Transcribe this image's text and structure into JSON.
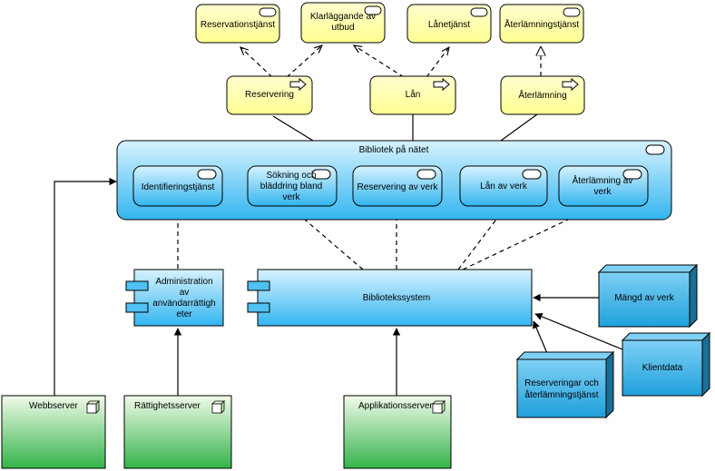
{
  "services": {
    "reservationstjanst": "Reservationstjänst",
    "klarlaggande": [
      "Klarläggande av",
      "utbud"
    ],
    "lanetjanst": "Lånetjänst",
    "aterlamningstjanst": "Återlämningstjänst"
  },
  "processes": {
    "reservering": "Reservering",
    "lan": "Lån",
    "aterlamning": "Återlämning"
  },
  "container": {
    "title": "Bibliotek på nätet",
    "items": {
      "identifiering": "Identifieringstjänst",
      "sokning": [
        "Sökning och",
        "bläddring bland",
        "verk"
      ],
      "reservering_verk": "Reservering av verk",
      "lan_verk": "Lån av verk",
      "aterlamning_verk": [
        "Återlämning av",
        "verk"
      ]
    }
  },
  "components": {
    "admin": [
      "Administration",
      "av",
      "användarrättigh",
      "eter"
    ],
    "bibliotekssystem": "Bibliotekssystem"
  },
  "data_objects": {
    "mangd": "Mängd av verk",
    "klientdata": "Klientdata",
    "reserveringar": [
      "Reserveringar och",
      "återlämningstjänst"
    ]
  },
  "nodes": {
    "webbserver": "Webbserver",
    "rattighetsserver": "Rättighetsserver",
    "applikationsserver": "Applikationsserver"
  },
  "colors": {
    "service_fill": "#ffffa0",
    "blue_top": "#d7f3ff",
    "blue_bottom": "#33b5f0",
    "node_top": "#f2fbea",
    "node_bottom": "#33b44a",
    "data_object": "#29a6df",
    "data_object_dark": "#1a6f96"
  }
}
